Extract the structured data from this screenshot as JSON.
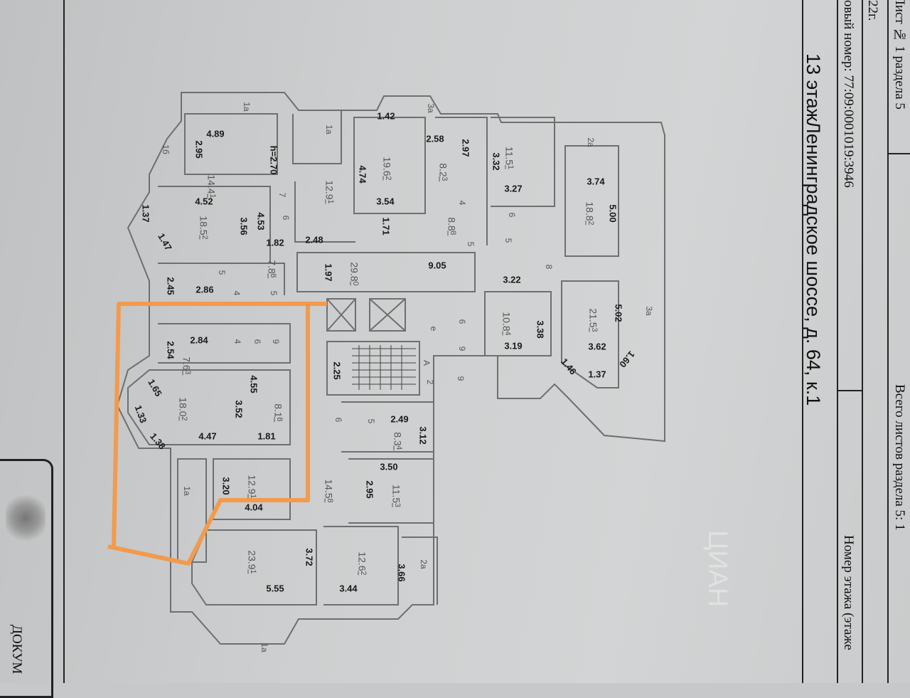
{
  "header": {
    "floor": "13 этаж",
    "address": "Ленинградское шоссе, д. 64, к.1",
    "cadastral": "овый номер: 77:09:0001019:3946",
    "year_fragment": "22г.",
    "sheet": "Лист № 1 раздела 5",
    "total_sheets": "Всего листов раздела 5: 1",
    "floor_number_label": "Номер этажа (этаже",
    "document_fragment": "ДОКУМ",
    "watermark": "ЦИАН"
  },
  "plan": {
    "height_note": "h=2.70",
    "dims_h": [
      "4.89",
      "1.42",
      "2.58",
      "4.52",
      "2.48",
      "3.54",
      "3.27",
      "3.74",
      "1.82",
      "9.05",
      "3.22",
      "2.86",
      "2.84",
      "4.47",
      "1.81",
      "3.19",
      "3.62",
      "1.37",
      "2.49",
      "3.50",
      "4.04",
      "5.55",
      "3.44",
      "1.33"
    ],
    "dims_v": [
      "2.95",
      "4.74",
      "2.97",
      "3.32",
      "5.00",
      "4.53",
      "3.56",
      "1.71",
      "1.97",
      "2.45",
      "3.38",
      "5.02",
      "2.54",
      "4.55",
      "3.52",
      "1.37",
      "2.25",
      "3.12",
      "2.95",
      "3.20",
      "3.72",
      "3.66",
      "1.47",
      "1.65",
      "1.38",
      "1.46",
      "1.60"
    ],
    "rooms": [
      {
        "idx": "1",
        "area": "14.4"
      },
      {
        "idx": "2",
        "area": "19.6"
      },
      {
        "idx": "3",
        "area": "8.2"
      },
      {
        "idx": "1",
        "area": "11.5"
      },
      {
        "idx": "2",
        "area": "18.5"
      },
      {
        "idx": "1",
        "area": "12.9"
      },
      {
        "idx": "8",
        "area": "8.8"
      },
      {
        "idx": "2",
        "area": "18.8"
      },
      {
        "idx": "8",
        "area": "7.8"
      },
      {
        "idx": "0",
        "area": "29.8"
      },
      {
        "idx": "4",
        "area": "10.8"
      },
      {
        "idx": "3",
        "area": "21.5"
      },
      {
        "idx": "3",
        "area": "7.6"
      },
      {
        "idx": "2",
        "area": "18.0"
      },
      {
        "idx": "8",
        "area": "8.1"
      },
      {
        "idx": "1",
        "area": "12.9"
      },
      {
        "idx": "4",
        "area": "8.3"
      },
      {
        "idx": "3",
        "area": "11.5"
      },
      {
        "idx": "8",
        "area": "14.5"
      },
      {
        "idx": "1",
        "area": "23.9"
      },
      {
        "idx": "2",
        "area": "12.6"
      }
    ],
    "balconies": [
      "1б",
      "1а",
      "1а",
      "3а",
      "2а",
      "3а",
      "1а",
      "2а",
      "1а"
    ],
    "small": [
      "6",
      "5",
      "4",
      "7",
      "6",
      "5",
      "4",
      "5",
      "6",
      "9",
      "5",
      "4",
      "8",
      "5",
      "6",
      "9",
      "A",
      "2",
      "e",
      "6",
      "9"
    ]
  },
  "colors": {
    "highlight": "#f39a4c",
    "paper": "#c9cbcc",
    "ink": "#1a1a1a"
  }
}
